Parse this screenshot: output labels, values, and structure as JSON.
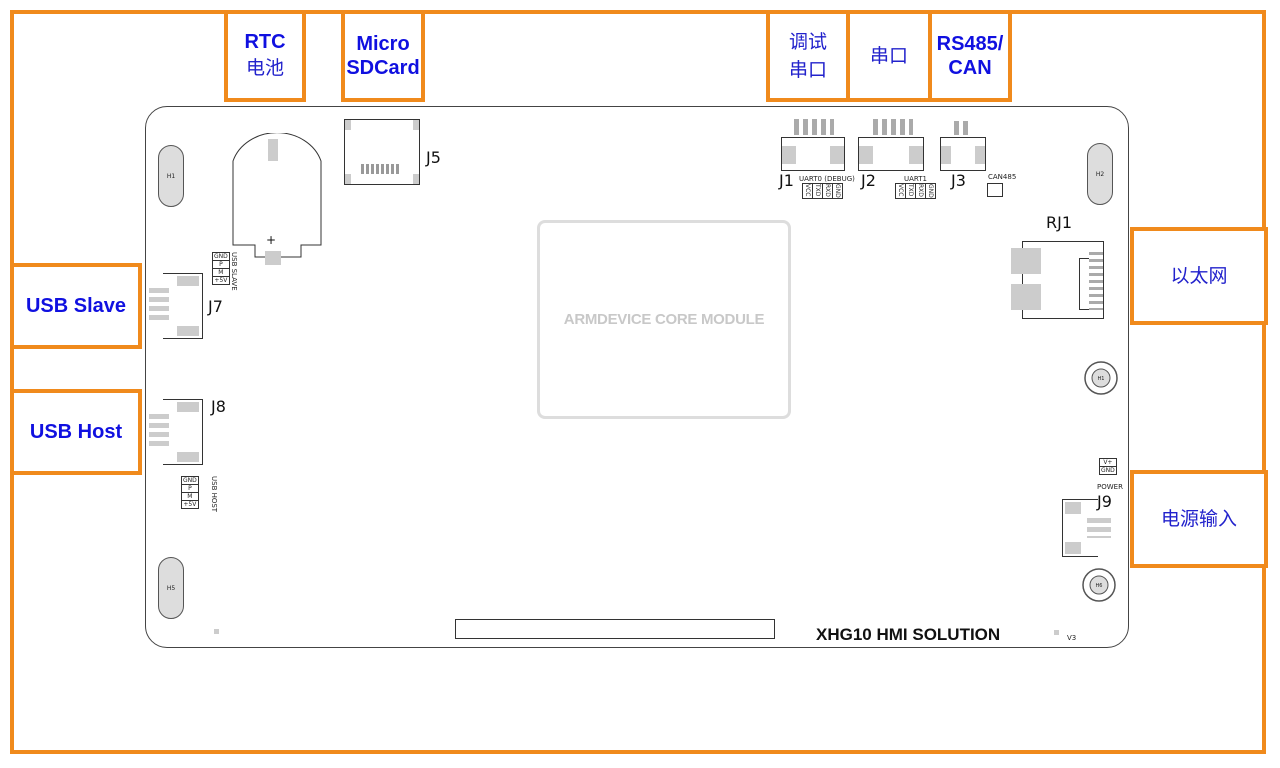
{
  "callouts": {
    "rtc": {
      "line1": "RTC",
      "line2": "电池"
    },
    "sd": {
      "line1": "Micro",
      "line2": "SDCard"
    },
    "debug": {
      "line1": "调试",
      "line2": "串口"
    },
    "serial": {
      "line1": "串口"
    },
    "rs485": {
      "line1": "RS485/",
      "line2": "CAN"
    },
    "usb_slave": {
      "label": "USB Slave"
    },
    "usb_host": {
      "label": "USB Host"
    },
    "ethernet": {
      "label": "以太网"
    },
    "power_in": {
      "label": "电源输入"
    }
  },
  "board": {
    "module_label": "ARMDEVICE CORE MODULE",
    "product_name": "XHG10 HMI SOLUTION",
    "version": "V3",
    "connectors": {
      "j1": "J1",
      "j2": "J2",
      "j3": "J3",
      "j5": "J5",
      "j7": "J7",
      "j8": "J8",
      "j9": "J9",
      "rj1": "RJ1"
    },
    "silk": {
      "uart0": "UART0 (DEBUG)",
      "uart1": "UART1",
      "can485": "CAN485",
      "power": "POWER",
      "usb_slave": "USB SLAVE",
      "usb_host": "USB HOST",
      "uart0_pins": [
        "VCC",
        "TXD",
        "RXD",
        "GND"
      ],
      "uart1_pins": [
        "VCC",
        "TXD",
        "RXD",
        "GND"
      ],
      "usb_slave_pins": [
        "GND",
        "P",
        "M",
        "+5V"
      ],
      "usb_host_pins": [
        "GND",
        "P",
        "M",
        "+5V"
      ],
      "power_pins": [
        "V+",
        "GND"
      ],
      "battery_plus": "+"
    },
    "mounting_holes": {
      "h1": "H1",
      "h2": "H2",
      "h5": "H5",
      "h6": "H6"
    }
  }
}
